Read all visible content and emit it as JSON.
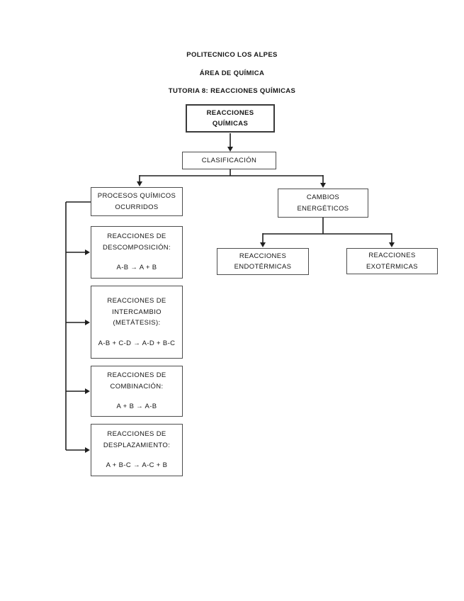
{
  "header": {
    "line1": "POLITECNICO LOS ALPES",
    "line2": "ÁREA DE QUÍMICA",
    "line3": "TUTORIA 8: REACCIONES QUÍMICAS"
  },
  "diagram": {
    "root": {
      "lines": [
        "REACCIONES",
        "QUÍMICAS"
      ]
    },
    "clasificacion": {
      "label": "CLASIFICACIÓN"
    },
    "procesos": {
      "lines": [
        "PROCESOS QUÍMICOS",
        "OCURRIDOS"
      ]
    },
    "cambios": {
      "lines": [
        "CAMBIOS",
        "ENERGÉTICOS"
      ]
    },
    "endotermicas": {
      "lines": [
        "REACCIONES",
        "ENDOTÉRMICAS"
      ]
    },
    "exotermicas": {
      "lines": [
        "REACCIONES",
        "EXOTÉRMICAS"
      ]
    },
    "descomposicion": {
      "title_lines": [
        "REACCIONES DE",
        "DESCOMPOSICIÓN:"
      ],
      "formula": "A-B → A + B"
    },
    "intercambio": {
      "title_lines": [
        "REACCIONES DE",
        "INTERCAMBIO",
        "(METÁTESIS):"
      ],
      "formula": "A-B + C-D → A-D + B-C"
    },
    "combinacion": {
      "title_lines": [
        "REACCIONES DE",
        "COMBINACIÓN:"
      ],
      "formula": "A + B → A-B"
    },
    "desplazamiento": {
      "title_lines": [
        "REACCIONES DE",
        "DESPLAZAMIENTO:"
      ],
      "formula": "A + B-C → A-C + B"
    }
  },
  "colors": {
    "background": "#ffffff",
    "box_border": "#4d4d4d",
    "line_color": "#1f1f1f",
    "text_color": "#161616"
  }
}
